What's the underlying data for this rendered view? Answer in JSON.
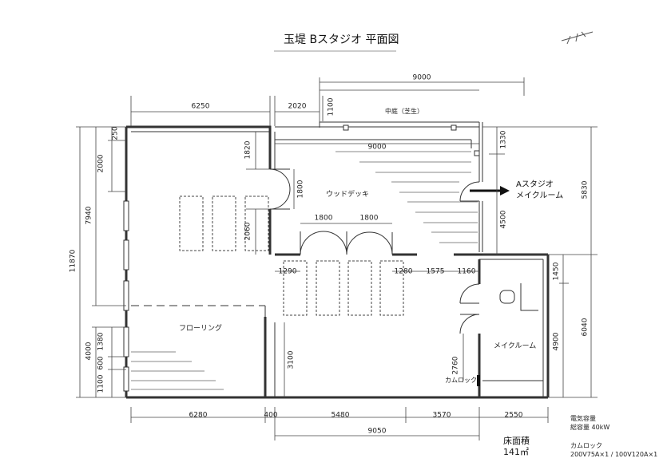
{
  "title": "玉堤 Bスタジオ 平面図",
  "rooms": {
    "courtyard": "中庭（芝生）",
    "wood_deck": "ウッドデッキ",
    "flooring": "フローリング",
    "make_room": "メイクルーム",
    "cam_lock": "カムロック"
  },
  "arrow_label": [
    "Aスタジオ",
    "メイクルーム"
  ],
  "dimensions": {
    "top_9000": "9000",
    "top_6250": "6250",
    "top_2020": "2020",
    "courtyard_1100": "1100",
    "left_250": "250",
    "left_2000": "2000",
    "left_7940": "7940",
    "left_11870": "11870",
    "left_1380": "1380",
    "left_600": "600",
    "left_4000": "4000",
    "left_1100": "1100",
    "deck_1820": "1820",
    "deck_1800_door": "1800",
    "deck_2060": "2060",
    "deck_9000": "9000",
    "door_1800_a": "1800",
    "door_1800_b": "1800",
    "mid_1290": "1290",
    "mid_1280": "1280",
    "mid_1575": "1575",
    "mid_1160": "1160",
    "mid_3100": "3100",
    "mid_2760": "2760",
    "right_1330": "1330",
    "right_4500": "4500",
    "right_5830": "5830",
    "right_1450": "1450",
    "right_4900": "4900",
    "right_6040": "6040",
    "bot_6280": "6280",
    "bot_400": "400",
    "bot_5480": "5480",
    "bot_3570": "3570",
    "bot_2550": "2550",
    "bot_9050": "9050"
  },
  "power": {
    "line1": "電気容量",
    "line2": "総容量 40kW",
    "line3": "カムロック",
    "line4": "200V75A×1 / 100V120A×1"
  },
  "floor_area": {
    "label": "床面積",
    "value": "141㎡"
  },
  "north_icon": "north-arrow-icon",
  "colors": {
    "line": "#333333",
    "dim": "#444444"
  }
}
